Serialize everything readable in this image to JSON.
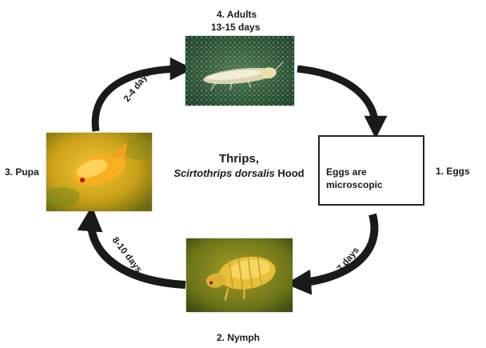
{
  "stages": {
    "adults": {
      "label": "4. Adults",
      "duration": "13-15 days"
    },
    "eggs": {
      "label": "1. Eggs",
      "box_text": "Eggs are microscopic"
    },
    "nymph": {
      "label": "2. Nymph"
    },
    "pupa": {
      "label": "3. Pupa"
    }
  },
  "transitions": {
    "eggs_to_nymph": "2-7 days",
    "nymph_to_pupa": "8-10 days",
    "pupa_to_adults": "2-4 days"
  },
  "center": {
    "common_name": "Thrips,",
    "scientific_name": "Scirtothrips dorsalis",
    "authority": "Hood"
  },
  "colors": {
    "arrow": "#1a1a1a",
    "photo_green": "#2c5a36",
    "photo_yellow": "#c9a218"
  }
}
